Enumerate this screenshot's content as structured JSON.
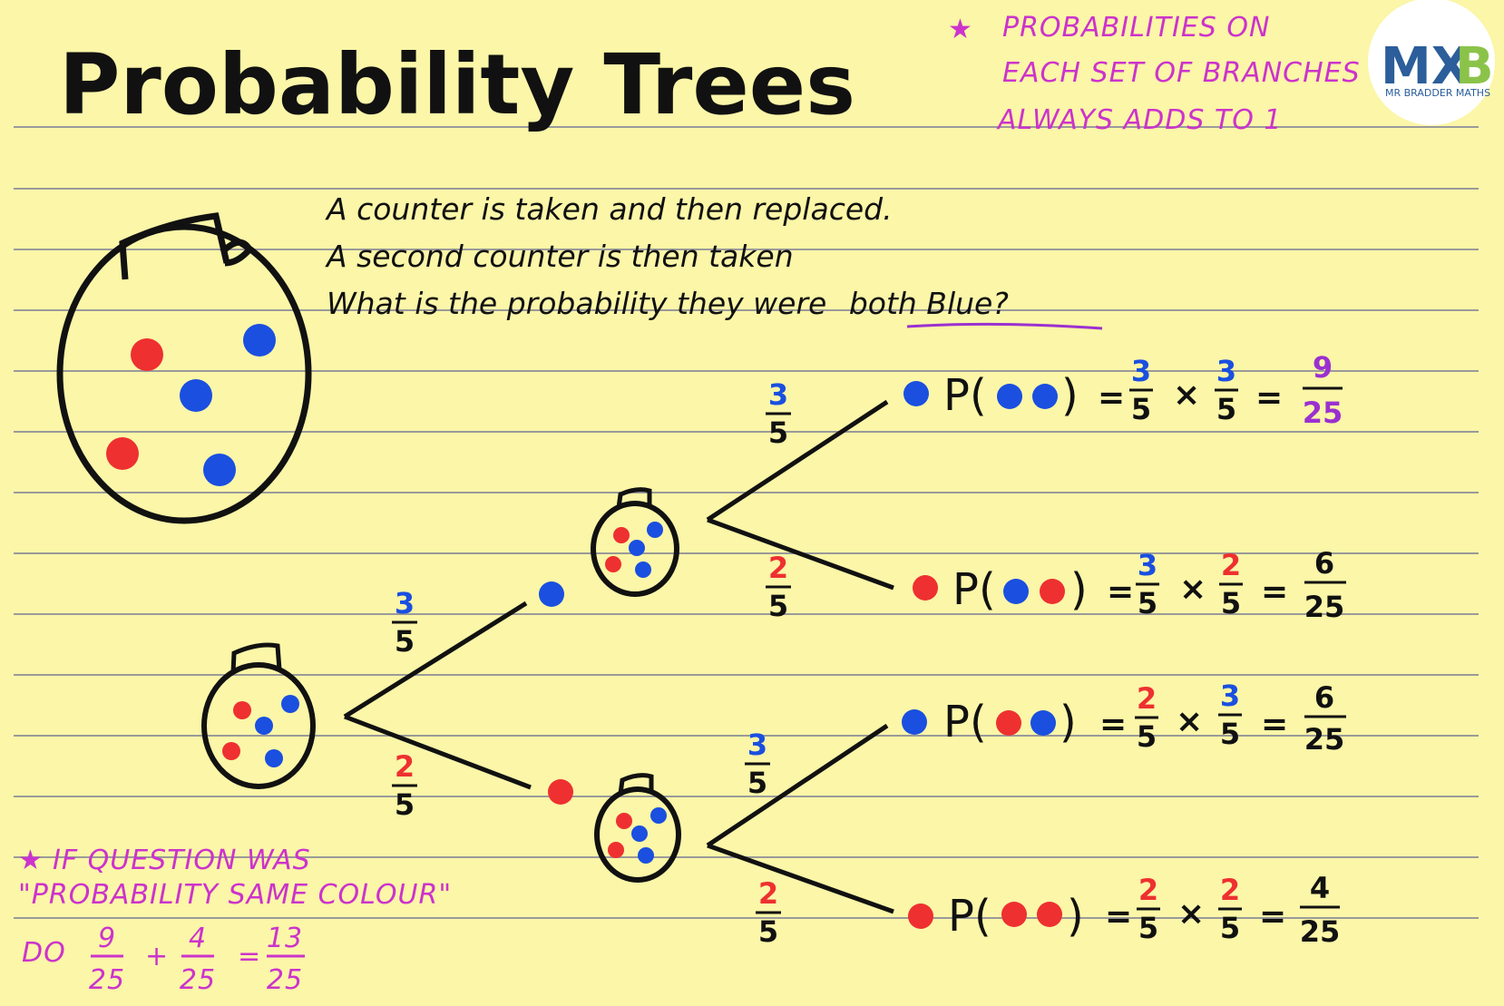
{
  "title": "Probability Trees",
  "question": {
    "line1": "A counter is taken and then replaced.",
    "line2": "A second counter is then taken",
    "line3_prefix": "What is the probability they were",
    "line3_emphasis": "both Blue?"
  },
  "note_top": {
    "star": "★",
    "line1": "PROBABILITIES ON",
    "line2": "EACH SET OF BRANCHES",
    "line3": "ALWAYS ADDS TO 1"
  },
  "logo": {
    "letters_left": "MX",
    "letter_right": "B",
    "caption": "MR BRADDER MATHS"
  },
  "note_bottom": {
    "star": "★",
    "line1": "IF QUESTION WAS",
    "line2": "\"PROBABILITY SAME COLOUR\"",
    "do": "DO",
    "a": {
      "num": "9",
      "den": "25"
    },
    "plus": "+",
    "b": {
      "num": "4",
      "den": "25"
    },
    "eq": "=",
    "result": {
      "num": "13",
      "den": "25"
    }
  },
  "first_branches": {
    "blue": {
      "num": "3",
      "den": "5"
    },
    "red": {
      "num": "2",
      "den": "5"
    }
  },
  "second_branches": [
    {
      "num": "3",
      "den": "5",
      "color": "blue"
    },
    {
      "num": "2",
      "den": "5",
      "color": "red"
    },
    {
      "num": "3",
      "den": "5",
      "color": "blue"
    },
    {
      "num": "2",
      "den": "5",
      "color": "red"
    }
  ],
  "outcomes": [
    {
      "first": "blue",
      "second": "blue",
      "p": "P(",
      "close": ")",
      "eq": "=",
      "times": "×",
      "f1": {
        "num": "3",
        "den": "5",
        "color": "blue"
      },
      "f2": {
        "num": "3",
        "den": "5",
        "color": "blue"
      },
      "res": {
        "num": "9",
        "den": "25",
        "color": "purple"
      }
    },
    {
      "first": "blue",
      "second": "red",
      "p": "P(",
      "close": ")",
      "eq": "=",
      "times": "×",
      "f1": {
        "num": "3",
        "den": "5",
        "color": "blue"
      },
      "f2": {
        "num": "2",
        "den": "5",
        "color": "red"
      },
      "res": {
        "num": "6",
        "den": "25",
        "color": "black"
      }
    },
    {
      "first": "red",
      "second": "blue",
      "p": "P(",
      "close": ")",
      "eq": "=",
      "times": "×",
      "f1": {
        "num": "2",
        "den": "5",
        "color": "red"
      },
      "f2": {
        "num": "3",
        "den": "5",
        "color": "blue"
      },
      "res": {
        "num": "6",
        "den": "25",
        "color": "black"
      }
    },
    {
      "first": "red",
      "second": "red",
      "p": "P(",
      "close": ")",
      "eq": "=",
      "times": "×",
      "f1": {
        "num": "2",
        "den": "5",
        "color": "red"
      },
      "f2": {
        "num": "2",
        "den": "5",
        "color": "red"
      },
      "res": {
        "num": "4",
        "den": "25",
        "color": "black"
      }
    }
  ],
  "colors": {
    "paper": "#fbf6a8",
    "line": "#999999",
    "blue": "#1a4fe0",
    "red": "#ee3030",
    "purple": "#cc33cc",
    "ink": "#111111"
  }
}
